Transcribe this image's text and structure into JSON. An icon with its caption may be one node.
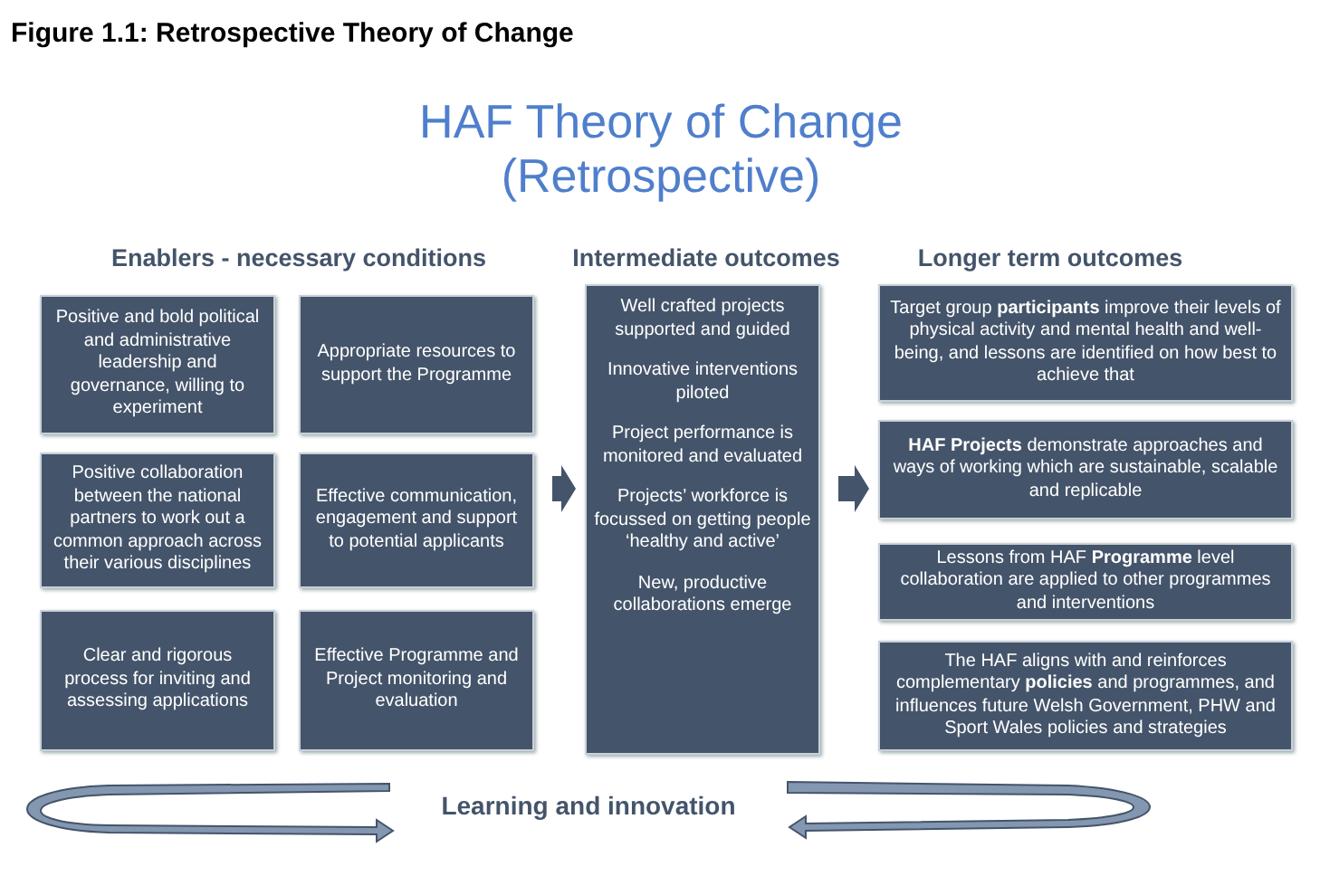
{
  "diagram": {
    "title": "Figure 1.1: Retrospective Theory of Change",
    "nodes": [
      {
        "text": [
          "Positive and bold political and administrative leadership and governance, willing to experiment"
        ]
      },
      {
        "text": [
          "Appropriate resources to support  the Programme"
        ]
      },
      {
        "text": [
          "Positive  collaboration between the national partners  to work out a common approach across their  various disciplines"
        ]
      },
      {
        "text": [
          "Effective communication, engagement and support to potential applicants"
        ]
      },
      {
        "text": [
          "Clear and rigorous process for inviting and assessing applications"
        ]
      },
      {
        "text": [
          "Effective Programme and Project monitoring and evaluation"
        ]
      },
      {
        "text": [
          "Well crafted projects supported and guided",
          "Innovative interventions piloted",
          "Project performance is monitored and evaluated",
          "Projects’ workforce is focussed on getting people ‘healthy and active’",
          "New, productive collaborations  emerge"
        ]
      },
      {
        "text": [
          "Target group **participants** improve their levels of physical activity and mental health and well-being, and lessons are identified on how  best to achieve that"
        ]
      },
      {
        "text": [
          "**HAF Projects**  demonstrate approaches and ways of working which are sustainable, scalable and replicable"
        ]
      },
      {
        "text": [
          "Lessons from HAF **Programme**  level collaboration are  applied to other programmes and interventions"
        ]
      },
      {
        "text": [
          "The HAF aligns with  and reinforces complementary **policies** and  programmes, and influences future Welsh Government, PHW and Sport Wales  policies and strategies"
        ]
      }
    ],
    "edges": [
      {
        "from": 3,
        "to": 6,
        "arrow": "to"
      },
      {
        "from": 6,
        "to": 8,
        "arrow": "to"
      }
    ],
    "labels": [
      "HAF Theory of Change (Retrospective)",
      "Enablers - necessary conditions",
      "Intermediate outcomes",
      "Longer term outcomes",
      "Learning and innovation"
    ]
  }
}
